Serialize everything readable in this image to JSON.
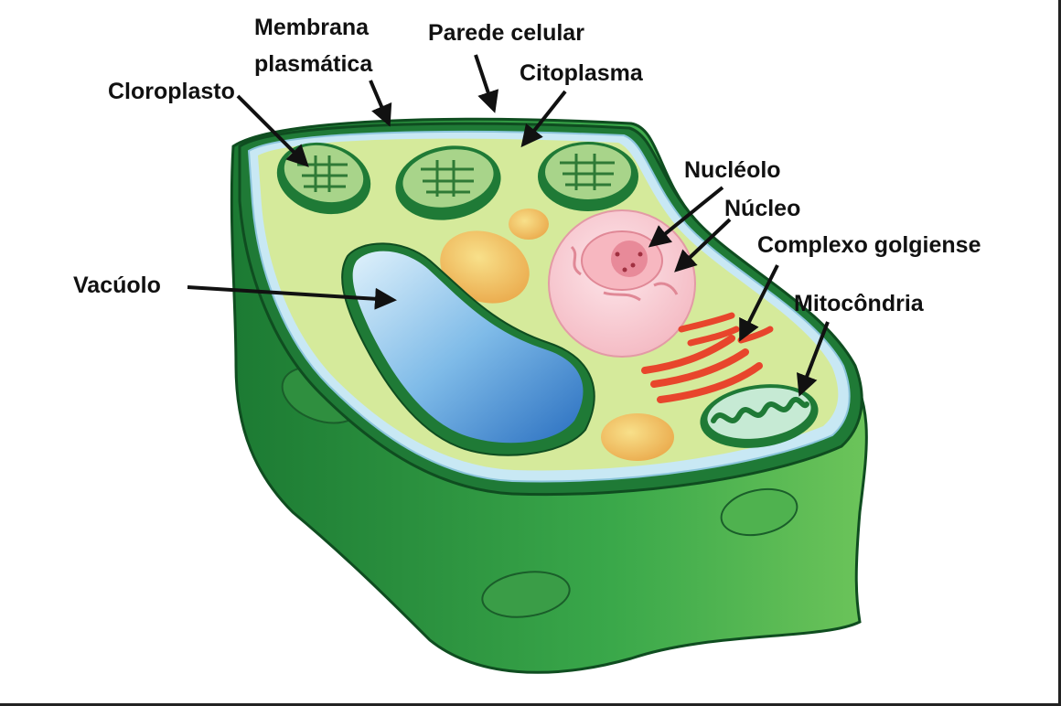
{
  "labels": {
    "membrana_line1": "Membrana",
    "membrana_line2": "plasmática",
    "parede": "Parede celular",
    "citoplasma": "Citoplasma",
    "cloroplasto": "Cloroplasto",
    "nucleolo": "Nucléolo",
    "nucleo": "Núcleo",
    "golgi": "Complexo golgiense",
    "vacuolo": "Vacúolo",
    "mitocondria": "Mitocôndria"
  },
  "colors": {
    "cell_wall_dark": "#1e7a36",
    "cell_wall_light": "#6cc45a",
    "membrane": "#bfe3f2",
    "cytoplasm": "#d4e99a",
    "chloroplast": "#3ea24a",
    "vacuole": "#4a9ad8",
    "nucleus": "#f7c8cf",
    "golgi": "#e8452c",
    "mitochondria": "#bfe8cf",
    "vesicle": "#f2c25a",
    "arrow": "#111111"
  }
}
